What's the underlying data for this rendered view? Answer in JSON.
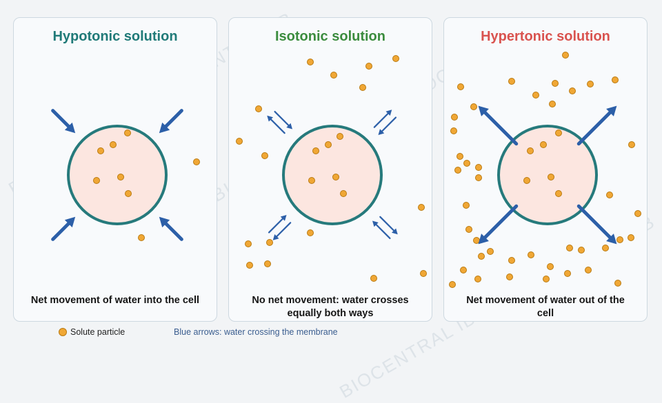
{
  "panels": [
    {
      "id": "hypotonic",
      "title": "Hypotonic solution",
      "title_color": "#207a78",
      "caption_lines": [
        "Net movement of water into the cell"
      ],
      "arrow_mode": "in",
      "inside_particles": [
        [
          184,
          192
        ],
        [
          163,
          209
        ],
        [
          145,
          218
        ],
        [
          174,
          256
        ],
        [
          139,
          261
        ],
        [
          185,
          280
        ]
      ],
      "outside_particles": [
        [
          284,
          234
        ],
        [
          204,
          344
        ]
      ]
    },
    {
      "id": "isotonic",
      "title": "Isotonic solution",
      "title_color": "#3b8c3e",
      "caption_lines": [
        "No net movement: water crosses",
        "equally both ways"
      ],
      "arrow_mode": "both",
      "inside_particles": [
        [
          475,
          209
        ],
        [
          457,
          218
        ],
        [
          492,
          197
        ],
        [
          486,
          256
        ],
        [
          451,
          261
        ],
        [
          497,
          280
        ]
      ],
      "outside_particles": [
        [
          449,
          89
        ],
        [
          483,
          108
        ],
        [
          534,
          95
        ],
        [
          573,
          84
        ],
        [
          525,
          126
        ],
        [
          374,
          157
        ],
        [
          346,
          204
        ],
        [
          383,
          225
        ],
        [
          610,
          300
        ],
        [
          449,
          337
        ],
        [
          359,
          353
        ],
        [
          390,
          351
        ],
        [
          361,
          384
        ],
        [
          387,
          382
        ],
        [
          541,
          403
        ],
        [
          613,
          396
        ]
      ]
    },
    {
      "id": "hypertonic",
      "title": "Hypertonic solution",
      "title_color": "#d9534f",
      "caption_lines": [
        "Net movement of water out of the",
        "cell"
      ],
      "arrow_mode": "out",
      "inside_particles": [
        [
          809,
          192
        ],
        [
          787,
          209
        ],
        [
          768,
          218
        ],
        [
          798,
          256
        ],
        [
          763,
          261
        ],
        [
          809,
          280
        ]
      ],
      "outside_particles": [
        [
          819,
          79
        ],
        [
          741,
          117
        ],
        [
          804,
          120
        ],
        [
          776,
          137
        ],
        [
          829,
          131
        ],
        [
          855,
          121
        ],
        [
          891,
          115
        ],
        [
          667,
          125
        ],
        [
          800,
          150
        ],
        [
          686,
          154
        ],
        [
          658,
          169
        ],
        [
          657,
          189
        ],
        [
          915,
          209
        ],
        [
          666,
          226
        ],
        [
          693,
          242
        ],
        [
          676,
          236
        ],
        [
          663,
          246
        ],
        [
          693,
          257
        ],
        [
          883,
          282
        ],
        [
          675,
          297
        ],
        [
          924,
          309
        ],
        [
          679,
          332
        ],
        [
          914,
          344
        ],
        [
          898,
          347
        ],
        [
          690,
          348
        ],
        [
          825,
          359
        ],
        [
          842,
          362
        ],
        [
          877,
          359
        ],
        [
          697,
          371
        ],
        [
          710,
          364
        ],
        [
          741,
          377
        ],
        [
          769,
          369
        ],
        [
          797,
          386
        ],
        [
          852,
          391
        ],
        [
          671,
          391
        ],
        [
          655,
          412
        ],
        [
          692,
          404
        ],
        [
          738,
          401
        ],
        [
          791,
          404
        ],
        [
          822,
          396
        ],
        [
          895,
          410
        ]
      ]
    }
  ],
  "legend": {
    "particle_label": "Solute particle",
    "arrow_label": "Blue arrows: water crossing the membrane",
    "arrow_label_color": "#3a5d8f"
  },
  "watermark_text": "BIOCENTRAL IB",
  "colors": {
    "membrane": "#267a7c",
    "cytoplasm": "#fce6e0",
    "particle_fill": "#f0a735",
    "particle_stroke": "#b97a12",
    "arrow": "#2c5fa8"
  }
}
